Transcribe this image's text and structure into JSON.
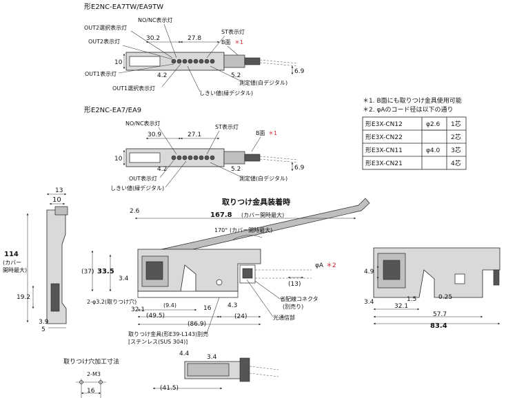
{
  "model1": {
    "title": "形E2NC-EA7TW/EA9TW",
    "labels": {
      "no_nc": "NO/NC表示灯",
      "out2_sel": "OUT2選択表示灯",
      "out2": "OUT2表示灯",
      "st": "ST表示灯",
      "b_face": "B面",
      "out1": "OUT1表示灯",
      "out1_sel": "OUT1選択表示灯",
      "threshold": "しきい値(緑デジタル)",
      "measured": "測定値(白デジタル)"
    },
    "dims": {
      "d1": "30.2",
      "d2": "27.8",
      "d3": "10",
      "d4": "4.2",
      "d5": "5.2",
      "d6": "6.9"
    },
    "marks": {
      "m1": "＊1"
    }
  },
  "model2": {
    "title": "形E2NC-EA7/EA9",
    "labels": {
      "no_nc": "NO/NC表示灯",
      "st": "ST表示灯",
      "b_face": "B面",
      "out": "OUT表示灯",
      "threshold": "しきい値(緑デジタル)",
      "measured": "測定値(白デジタル)"
    },
    "dims": {
      "d1": "30.9",
      "d2": "27.1",
      "d3": "10",
      "d4": "4.2",
      "d5": "5.2",
      "d6": "6.9"
    },
    "marks": {
      "m1": "＊1"
    }
  },
  "notes": {
    "n1": "＊1. B面にも取りつけ金具使用可能",
    "n2": "＊2. φAのコード径は以下の通り",
    "table": [
      {
        "model": "形E3X-CN12",
        "dia": "φ2.6",
        "cores": "1芯"
      },
      {
        "model": "形E3X-CN22",
        "dia": "",
        "cores": "2芯"
      },
      {
        "model": "形E3X-CN11",
        "dia": "φ4.0",
        "cores": "3芯"
      },
      {
        "model": "形E3X-CN21",
        "dia": "",
        "cores": "4芯"
      }
    ]
  },
  "mount": {
    "title": "取りつけ金具装着時",
    "dims": {
      "w167": "167.8",
      "w167_note": "(カバー開時最大)",
      "angle": "170°",
      "angle_note": "(カバー開時最大)",
      "d26": "2.6",
      "d37": "(37)",
      "d335": "33.5",
      "d34": "3.4",
      "d13": "(13)",
      "phiA": "φA",
      "star2": "＊2",
      "hole": "2-φ3.2(取りつけ穴)",
      "d94": "(9.4)",
      "d16": "16",
      "d43": "4.3",
      "d321": "32.1",
      "d495": "(49.5)",
      "d24": "(24)",
      "d869": "(86.9)"
    },
    "labels": {
      "connector": "省配線コネクタ",
      "connector_sub": "(別売り)",
      "optical": "光通信部",
      "bracket1": "取りつけ金具(形E39-L143)別売",
      "bracket2": "[ステンレス(SUS 304)]"
    }
  },
  "side": {
    "dims": {
      "d13": "13",
      "d10": "10",
      "d114": "114",
      "note1": "(カバー",
      "note2": "開時最大)",
      "d192": "19.2",
      "d39": "3.9",
      "d5": "5"
    }
  },
  "right": {
    "dims": {
      "d49": "4.9",
      "d34": "3.4",
      "d15": "1.5",
      "d025": "0.25",
      "d321": "32.1",
      "d577": "57.7",
      "d834": "83.4"
    }
  },
  "holes": {
    "title": "取りつけ穴加工寸法",
    "dims": {
      "m3": "2-M3",
      "d16": "16",
      "d44": "4.4",
      "d34": "3.4",
      "d415": "(41.5)"
    }
  }
}
